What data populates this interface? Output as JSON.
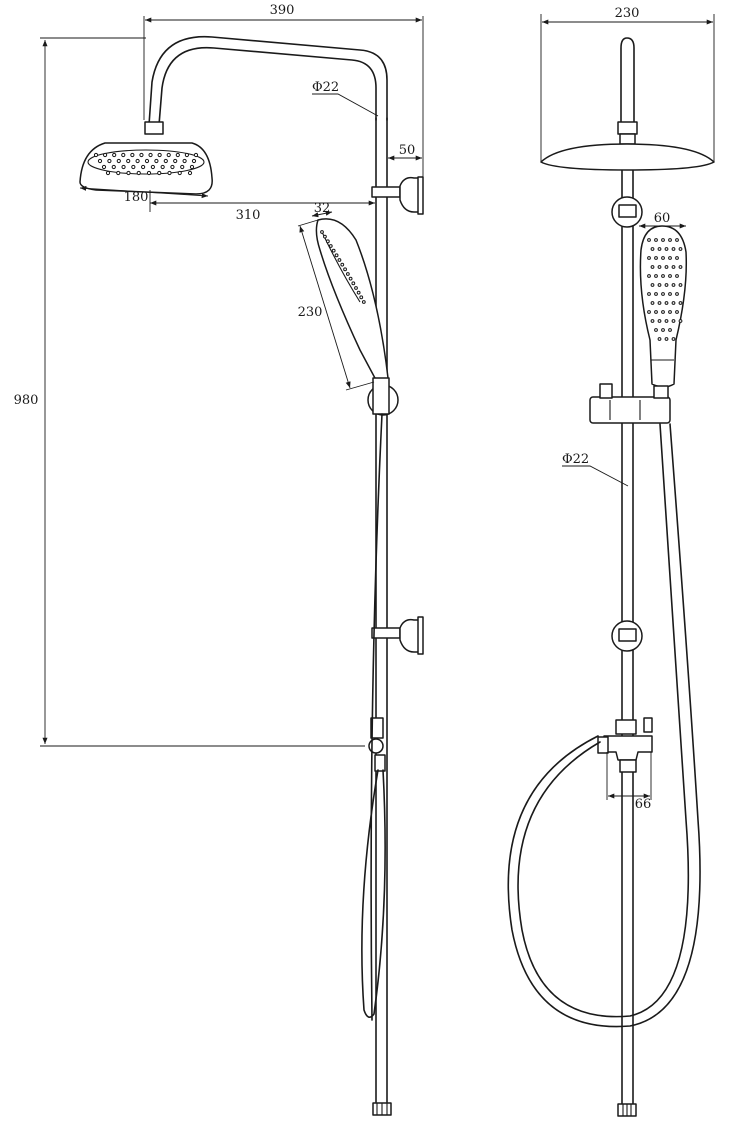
{
  "diagram": {
    "colors": {
      "stroke": "#1a1a1a",
      "background": "#ffffff"
    },
    "side_view": {
      "dimensions": {
        "total_width": "390",
        "total_height": "980",
        "arm_length": "310",
        "head_diameter": "180",
        "wall_offset": "50",
        "hand_shower_length": "230",
        "hand_shower_width": "32"
      },
      "pipe_diameter": "Φ22"
    },
    "front_view": {
      "dimensions": {
        "head_width": "230",
        "hand_shower_width": "60",
        "diverter_width": "66"
      },
      "pipe_diameter": "Φ22"
    }
  }
}
